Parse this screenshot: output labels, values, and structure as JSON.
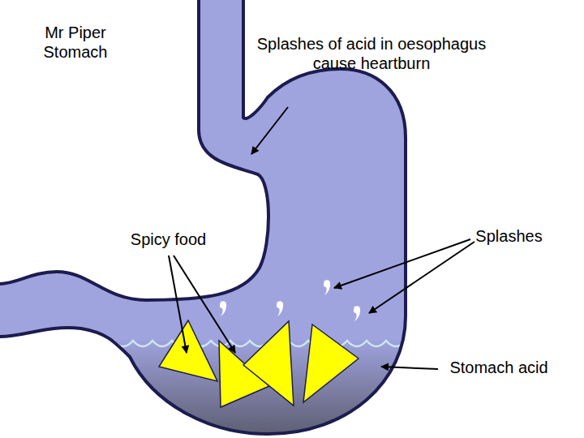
{
  "diagram": {
    "title": "Mr Piper Stomach",
    "labels": [
      "Splashes of acid in oesophagus cause heartburn",
      "Spicy food",
      "Splashes",
      "Stomach acid"
    ]
  }
}
